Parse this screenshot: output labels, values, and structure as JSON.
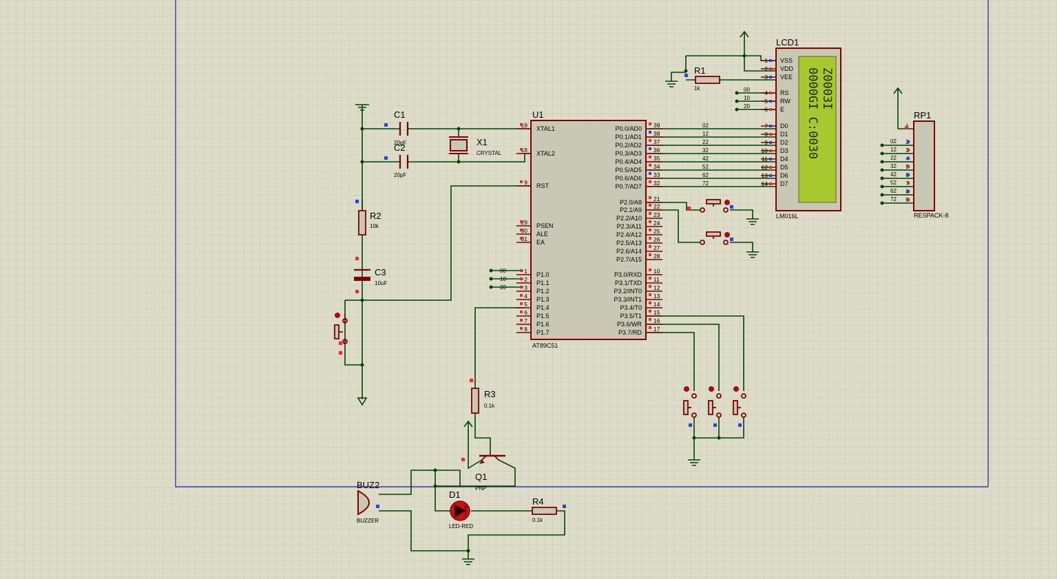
{
  "colors": {
    "background": "#dcdcc8",
    "grid": "#c4c4b0",
    "wire": "#004400",
    "body": "#800000",
    "bodyFill": "#c8c8b4",
    "lcd": "#a8c830",
    "border": "#0000aa"
  },
  "u1": {
    "ref": "U1",
    "part": "AT89C51",
    "left_pins": [
      {
        "name": "XTAL1",
        "num": "19"
      },
      {
        "name": "XTAL2",
        "num": "18"
      },
      {
        "name": "RST",
        "num": "9"
      },
      {
        "name": "PSEN",
        "num": "29"
      },
      {
        "name": "ALE",
        "num": "30"
      },
      {
        "name": "EA",
        "num": "31"
      },
      {
        "name": "P1.0",
        "num": "1"
      },
      {
        "name": "P1.1",
        "num": "2"
      },
      {
        "name": "P1.2",
        "num": "3"
      },
      {
        "name": "P1.3",
        "num": "4"
      },
      {
        "name": "P1.4",
        "num": "5"
      },
      {
        "name": "P1.5",
        "num": "6"
      },
      {
        "name": "P1.6",
        "num": "7"
      },
      {
        "name": "P1.7",
        "num": "8"
      }
    ],
    "right_pins": [
      {
        "name": "P0.0/AD0",
        "num": "39"
      },
      {
        "name": "P0.1/AD1",
        "num": "38"
      },
      {
        "name": "P0.2/AD2",
        "num": "37"
      },
      {
        "name": "P0.3/AD3",
        "num": "36"
      },
      {
        "name": "P0.4/AD4",
        "num": "35"
      },
      {
        "name": "P0.5/AD5",
        "num": "34"
      },
      {
        "name": "P0.6/AD6",
        "num": "33"
      },
      {
        "name": "P0.7/AD7",
        "num": "32"
      },
      {
        "name": "P2.0/A8",
        "num": "21"
      },
      {
        "name": "P2.1/A9",
        "num": "22"
      },
      {
        "name": "P2.2/A10",
        "num": "23"
      },
      {
        "name": "P2.3/A11",
        "num": "24"
      },
      {
        "name": "P2.4/A12",
        "num": "25"
      },
      {
        "name": "P2.5/A13",
        "num": "26"
      },
      {
        "name": "P2.6/A14",
        "num": "27"
      },
      {
        "name": "P2.7/A15",
        "num": "28"
      },
      {
        "name": "P3.0/RXD",
        "num": "10"
      },
      {
        "name": "P3.1/TXD",
        "num": "11"
      },
      {
        "name": "P3.2/INT0",
        "num": "12"
      },
      {
        "name": "P3.3/INT1",
        "num": "13"
      },
      {
        "name": "P3.4/T0",
        "num": "14"
      },
      {
        "name": "P3.5/T1",
        "num": "15"
      },
      {
        "name": "P3.6/WR",
        "num": "16"
      },
      {
        "name": "P3.7/RD",
        "num": "17"
      }
    ],
    "p1_nets": [
      "00",
      "10",
      "20"
    ]
  },
  "data_nets": [
    "02",
    "12",
    "22",
    "32",
    "42",
    "52",
    "62",
    "72"
  ],
  "lcd": {
    "ref": "LCD1",
    "part": "LM016L",
    "pins": [
      {
        "name": "VSS",
        "num": "1"
      },
      {
        "name": "VDD",
        "num": "2"
      },
      {
        "name": "VEE",
        "num": "3"
      },
      {
        "name": "RS",
        "num": "4"
      },
      {
        "name": "RW",
        "num": "5"
      },
      {
        "name": "E",
        "num": "6"
      },
      {
        "name": "D0",
        "num": "7"
      },
      {
        "name": "D1",
        "num": "8"
      },
      {
        "name": "D2",
        "num": "9"
      },
      {
        "name": "D3",
        "num": "10"
      },
      {
        "name": "D4",
        "num": "11"
      },
      {
        "name": "D5",
        "num": "12"
      },
      {
        "name": "D6",
        "num": "13"
      },
      {
        "name": "D7",
        "num": "14"
      }
    ],
    "ctrl_nets": [
      "00",
      "10",
      "20"
    ],
    "line1": "Z0003I",
    "line2": "0000GI C:0030"
  },
  "rp1": {
    "ref": "RP1",
    "part": "RESPACK-8",
    "pin_nums": [
      "1",
      "2",
      "3",
      "4",
      "5",
      "6",
      "7",
      "8",
      "9"
    ]
  },
  "components": {
    "c1": {
      "ref": "C1",
      "value": "20pF"
    },
    "c2": {
      "ref": "C2",
      "value": "20pF"
    },
    "x1": {
      "ref": "X1",
      "value": "CRYSTAL"
    },
    "r1": {
      "ref": "R1",
      "value": "1k"
    },
    "r2": {
      "ref": "R2",
      "value": "10k"
    },
    "c3": {
      "ref": "C3",
      "value": "10uF"
    },
    "r3": {
      "ref": "R3",
      "value": "0.1k"
    },
    "q1": {
      "ref": "Q1",
      "value": "PNP"
    },
    "buz2": {
      "ref": "BUZ2",
      "value": "BUZZER"
    },
    "d1": {
      "ref": "D1",
      "value": "LED-RED"
    },
    "r4": {
      "ref": "R4",
      "value": "0.1k"
    }
  }
}
